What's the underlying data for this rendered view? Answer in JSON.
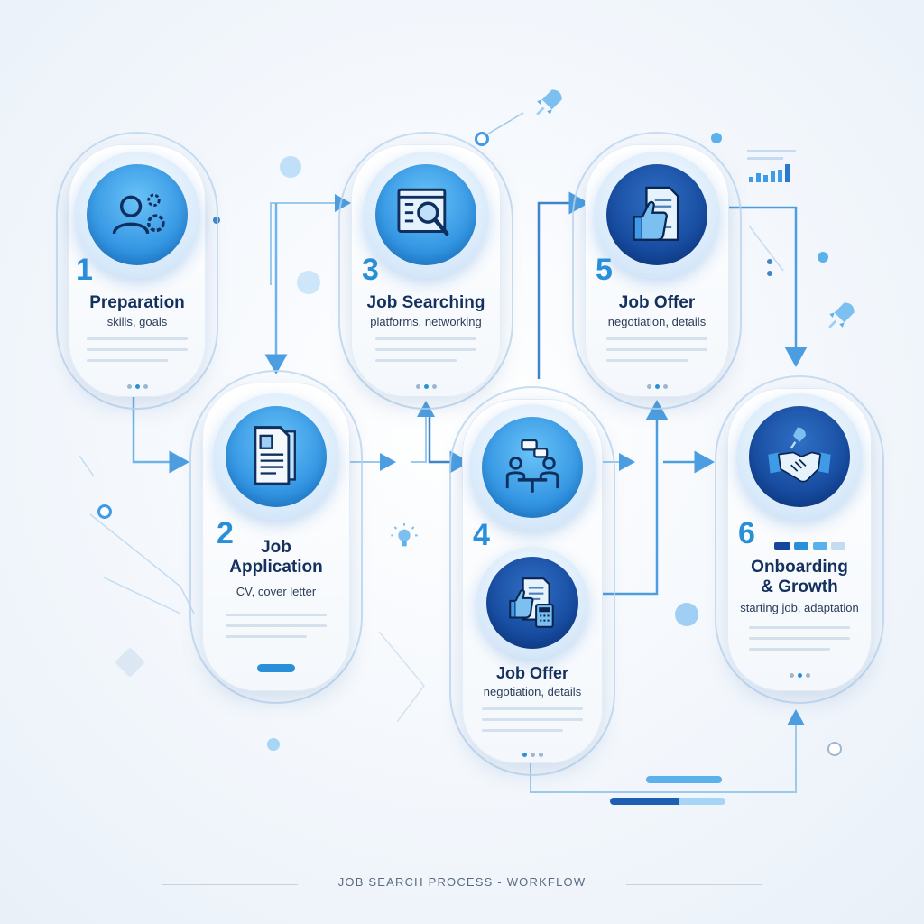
{
  "footer": {
    "title": "JOB SEARCH PROCESS - WORKFLOW"
  },
  "steps": [
    {
      "number": "1",
      "title": "Preparation",
      "subtitle": "skills, goals",
      "icon": "person-gears-icon"
    },
    {
      "number": "2",
      "title": "Job\nApplication",
      "subtitle": "CV, cover letter",
      "icon": "resume-document-icon"
    },
    {
      "number": "3",
      "title": "Job Searching",
      "subtitle": "platforms, networking",
      "icon": "search-listing-icon"
    },
    {
      "number": "4",
      "title": "Job Offer",
      "subtitle": "negotiation, details",
      "icon": "interview-meeting-icon",
      "secondary_icon": "offer-calculator-icon"
    },
    {
      "number": "5",
      "title": "Job Offer",
      "subtitle": "negotiation, details",
      "icon": "thumbs-up-document-icon"
    },
    {
      "number": "6",
      "title": "Onboarding\n& Growth",
      "subtitle": "starting job, adaptation",
      "icon": "handshake-rocket-icon"
    }
  ],
  "colors": {
    "accent": "#2a8fd9",
    "dark_accent": "#14479b",
    "title_text": "#13305e",
    "connector": "#6fb3e8"
  }
}
